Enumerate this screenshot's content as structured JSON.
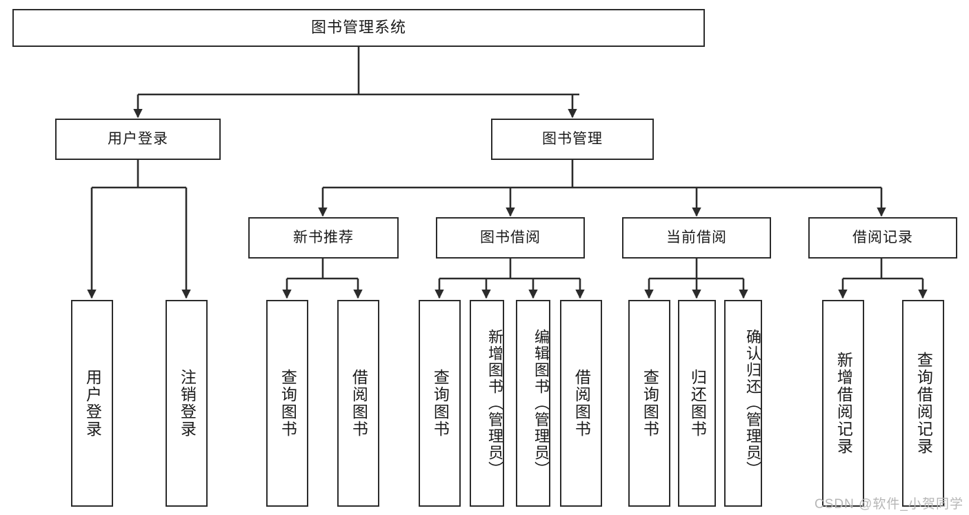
{
  "diagram": {
    "title": "图书管理系统",
    "type": "tree-hierarchy",
    "root": {
      "label": "图书管理系统"
    },
    "level2": [
      {
        "label": "用户登录"
      },
      {
        "label": "图书管理"
      }
    ],
    "level3": [
      {
        "label": "新书推荐"
      },
      {
        "label": "图书借阅"
      },
      {
        "label": "当前借阅"
      },
      {
        "label": "借阅记录"
      }
    ],
    "leaves": {
      "user_login": [
        {
          "label": "用户登录"
        },
        {
          "label": "注销登录"
        }
      ],
      "new_book_recommend": [
        {
          "label": "查询图书"
        },
        {
          "label": "借阅图书"
        }
      ],
      "book_borrow": [
        {
          "label": "查询图书"
        },
        {
          "label": "新增图书（管理员）"
        },
        {
          "label": "编辑图书（管理员）"
        },
        {
          "label": "借阅图书"
        }
      ],
      "current_borrow": [
        {
          "label": "查询图书"
        },
        {
          "label": "归还图书"
        },
        {
          "label": "确认归还（管理员）"
        }
      ],
      "borrow_record": [
        {
          "label": "新增借阅记录"
        },
        {
          "label": "查询借阅记录"
        }
      ]
    }
  },
  "watermark": {
    "text": "CSDN @软件_小贺同学"
  },
  "colors": {
    "stroke": "#2b2b2b",
    "background": "#ffffff",
    "text": "#1a1a1a",
    "watermark": "#b6b6b6"
  }
}
